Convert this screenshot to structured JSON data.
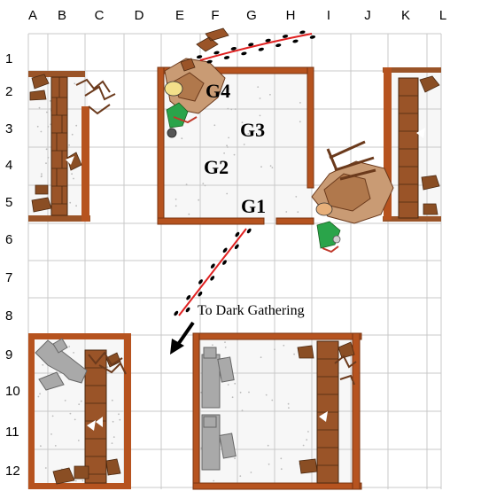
{
  "columns": [
    "A",
    "B",
    "C",
    "D",
    "E",
    "F",
    "G",
    "H",
    "I",
    "J",
    "K",
    "L"
  ],
  "rows": [
    "1",
    "2",
    "3",
    "4",
    "5",
    "6",
    "7",
    "8",
    "9",
    "10",
    "11",
    "12"
  ],
  "groups": [
    "G1",
    "G2",
    "G3",
    "G4"
  ],
  "annotation": "To Dark Gathering",
  "colors": {
    "wall": "#b6531f",
    "brick": "#9a5428",
    "rubble": "#8a4e24",
    "statue": "#a9a9a9",
    "path_dot": "#000000",
    "path_line": "#e02020",
    "grid": "#c8c8c8"
  }
}
